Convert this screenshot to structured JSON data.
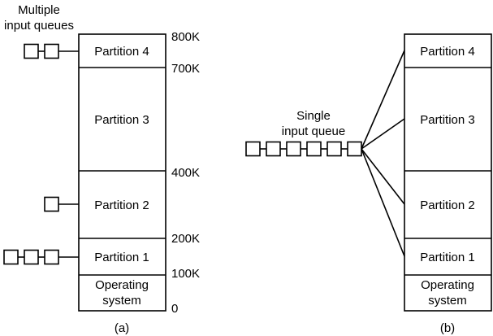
{
  "panel_a": {
    "caption": "(a)",
    "queue_label_lines": [
      "Multiple",
      "input queues"
    ],
    "partitions": [
      {
        "label": "Partition 4",
        "queue_length": 2
      },
      {
        "label": "Partition 3",
        "queue_length": 0
      },
      {
        "label": "Partition 2",
        "queue_length": 1
      },
      {
        "label": "Partition 1",
        "queue_length": 3
      }
    ],
    "os_label_lines": [
      "Operating",
      "system"
    ],
    "addresses": [
      "800K",
      "700K",
      "400K",
      "200K",
      "100K",
      "0"
    ]
  },
  "panel_b": {
    "caption": "(b)",
    "queue_label_lines": [
      "Single",
      "input queue"
    ],
    "queue_length": 6,
    "partitions": [
      "Partition 4",
      "Partition 3",
      "Partition 2",
      "Partition 1"
    ],
    "os_label_lines": [
      "Operating",
      "system"
    ]
  }
}
